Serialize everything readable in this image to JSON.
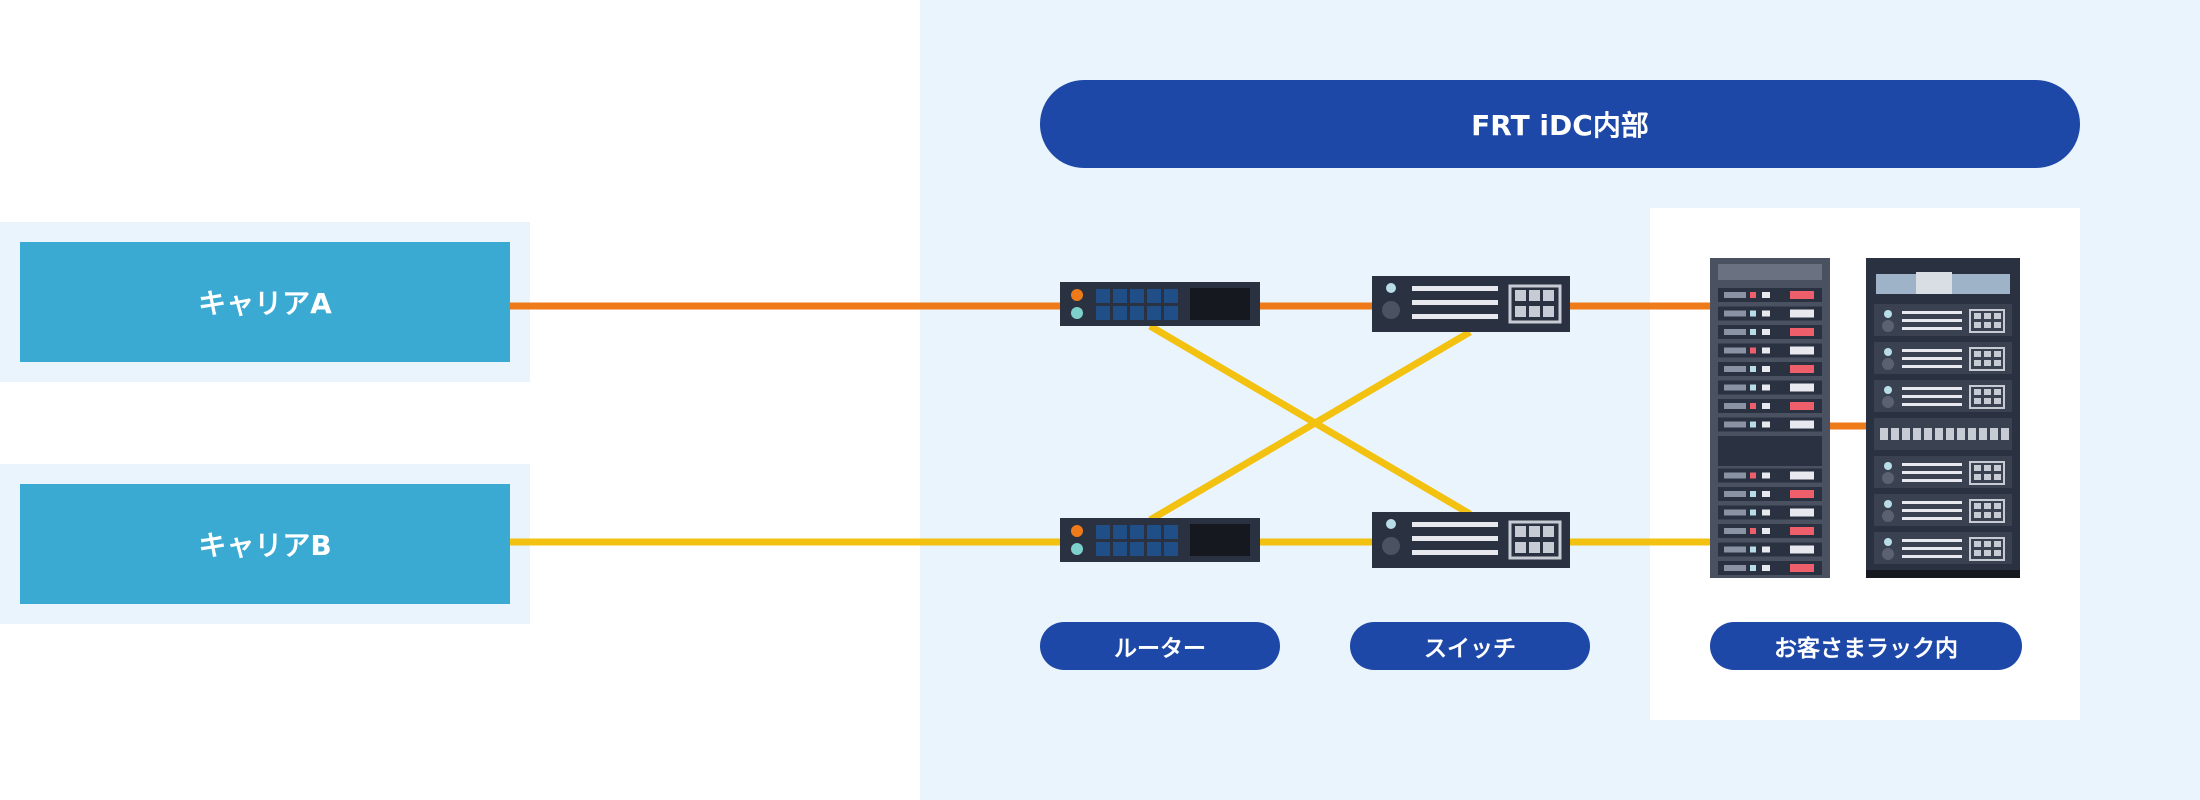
{
  "idc_title": "FRT iDC内部",
  "carriers": [
    {
      "label": "キャリアA"
    },
    {
      "label": "キャリアB"
    }
  ],
  "device_labels": {
    "router": "ルーター",
    "switch": "スイッチ",
    "rack": "お客さまラック内"
  },
  "colors": {
    "line_a": "#ef7a19",
    "line_b": "#f3c10f",
    "carrier_fill": "#3aaad3",
    "pill_fill": "#1e48a8",
    "idc_background": "#eaf4fc"
  }
}
